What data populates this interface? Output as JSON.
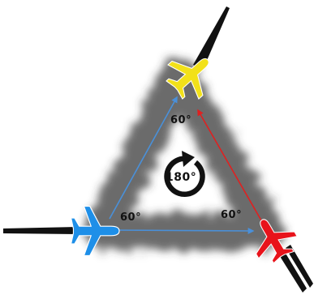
{
  "labels": {
    "angle_top": "60°",
    "angle_left": "60°",
    "angle_right": "60°",
    "rotation": "180°"
  },
  "planes": {
    "top": {
      "color": "#f2e11a",
      "icon": "airplane-icon"
    },
    "left": {
      "color": "#1e8fe8",
      "icon": "airplane-icon"
    },
    "right": {
      "color": "#e8131b",
      "icon": "airplane-icon"
    }
  },
  "paths": {
    "left_to_top": "#4a90d9",
    "left_to_right": "#4a90d9",
    "right_to_top": "#e02020"
  },
  "icons": {
    "center": "rotate-icon"
  }
}
